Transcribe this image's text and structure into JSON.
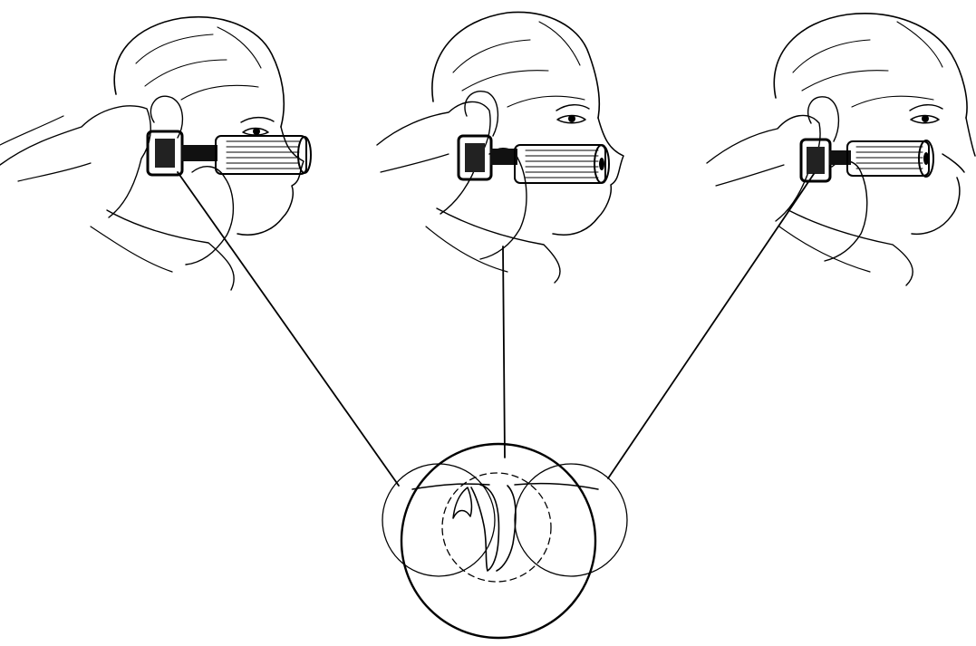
{
  "figure": {
    "panels": [
      {
        "id": "left",
        "subject": "otoscope-exam-angled-forward"
      },
      {
        "id": "center",
        "subject": "otoscope-exam-straight"
      },
      {
        "id": "right",
        "subject": "otoscope-exam-angled-back"
      }
    ],
    "colors": {
      "ink": "#000000",
      "paper": "#ffffff"
    }
  }
}
